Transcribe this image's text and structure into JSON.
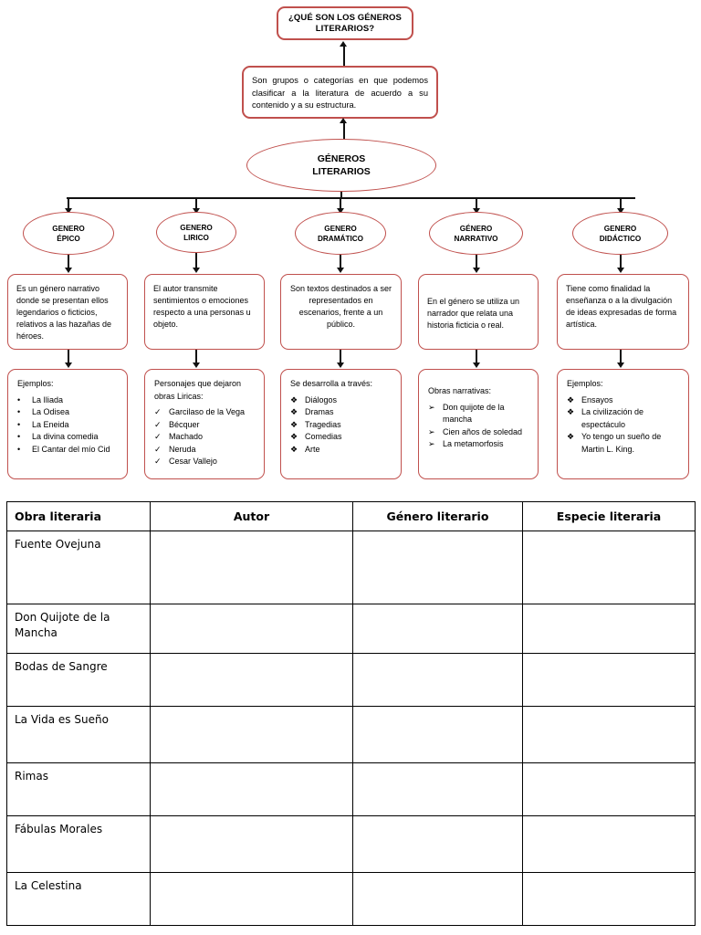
{
  "diagram": {
    "question_box": "¿QUÉ SON LOS GÉNEROS LITERARIOS?",
    "definition_box": "Son grupos o categorías en que podemos clasificar a la literatura de acuerdo a su contenido y a su estructura.",
    "central_oval": "GÉNEROS LITERARIOS",
    "branches": [
      {
        "oval": "GENERO ÉPICO",
        "description": "Es un género narrativo donde se presentan ellos legendarios o ficticios, relativos a las hazañas de héroes.",
        "list_heading": "Ejemplos:",
        "bullet_glyph": "•",
        "list_items": [
          "La Iliada",
          "La Odisea",
          "La Eneida",
          "La divina comedia",
          "El Cantar del mío Cid"
        ]
      },
      {
        "oval": "GENERO LIRICO",
        "description": "El autor transmite sentimientos o emociones respecto a una personas u objeto.",
        "list_heading": "Personajes que dejaron obras Liricas:",
        "bullet_glyph": "✓",
        "list_items": [
          "Garcilaso de la Vega",
          "Bécquer",
          "Machado",
          "Neruda",
          "Cesar Vallejo"
        ]
      },
      {
        "oval": "GENERO DRAMÁTICO",
        "description": "Son textos destinados a ser representados en escenarios, frente a un público.",
        "list_heading": "Se desarrolla a través:",
        "bullet_glyph": "❖",
        "list_items": [
          "Diálogos",
          "Dramas",
          "Tragedias",
          "Comedias",
          "Arte"
        ]
      },
      {
        "oval": "GÉNERO NARRATIVO",
        "description": "En el género se utiliza un narrador que relata una historia ficticia o real.",
        "list_heading": "Obras narrativas:",
        "bullet_glyph": "➢",
        "list_items": [
          "Don quijote de la mancha",
          "Cien años de soledad",
          "La metamorfosis"
        ]
      },
      {
        "oval": "GENERO DIDÁCTICO",
        "description": "Tiene como finalidad la enseñanza o a la divulgación de ideas expresadas de forma artística.",
        "list_heading": "Ejemplos:",
        "bullet_glyph": "❖",
        "list_items": [
          "Ensayos",
          "La civilización de espectáculo",
          "Yo tengo un sueño de Martin L. King."
        ]
      }
    ],
    "accent_color": "#c0504d",
    "line_color": "#111111"
  },
  "table": {
    "headers": [
      "Obra literaria",
      "Autor",
      "Género literario",
      "Especie literaria"
    ],
    "rows": [
      {
        "work": "Fuente Ovejuna",
        "autor": "",
        "genero": "",
        "especie": ""
      },
      {
        "work": "Don Quijote de la Mancha",
        "autor": "",
        "genero": "",
        "especie": ""
      },
      {
        "work": "Bodas de Sangre",
        "autor": "",
        "genero": "",
        "especie": ""
      },
      {
        "work": "La Vida es Sueño",
        "autor": "",
        "genero": "",
        "especie": ""
      },
      {
        "work": "Rimas",
        "autor": "",
        "genero": "",
        "especie": ""
      },
      {
        "work": "Fábulas Morales",
        "autor": "",
        "genero": "",
        "especie": ""
      },
      {
        "work": "La Celestina",
        "autor": "",
        "genero": "",
        "especie": ""
      }
    ]
  }
}
